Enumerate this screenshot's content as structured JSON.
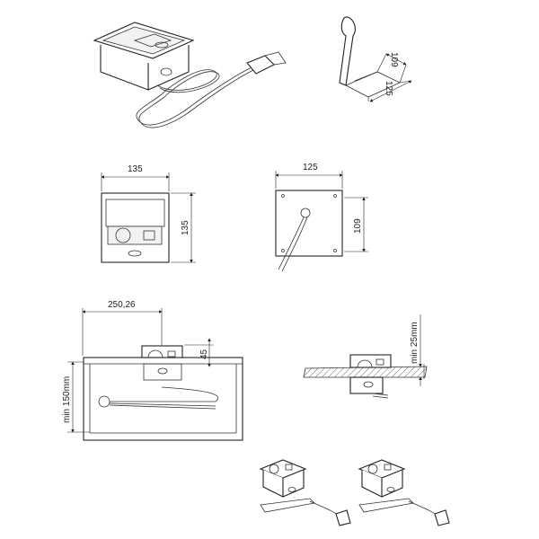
{
  "dimensions": {
    "bracket_depth": "109",
    "bracket_width": "125",
    "front_width": "135",
    "front_height": "135",
    "back_width": "125",
    "back_height": "109",
    "install_offset": "250,26",
    "protrusion": "45",
    "min_cabinet_depth": "min 150mm",
    "min_board_thickness": "min 25mm"
  }
}
